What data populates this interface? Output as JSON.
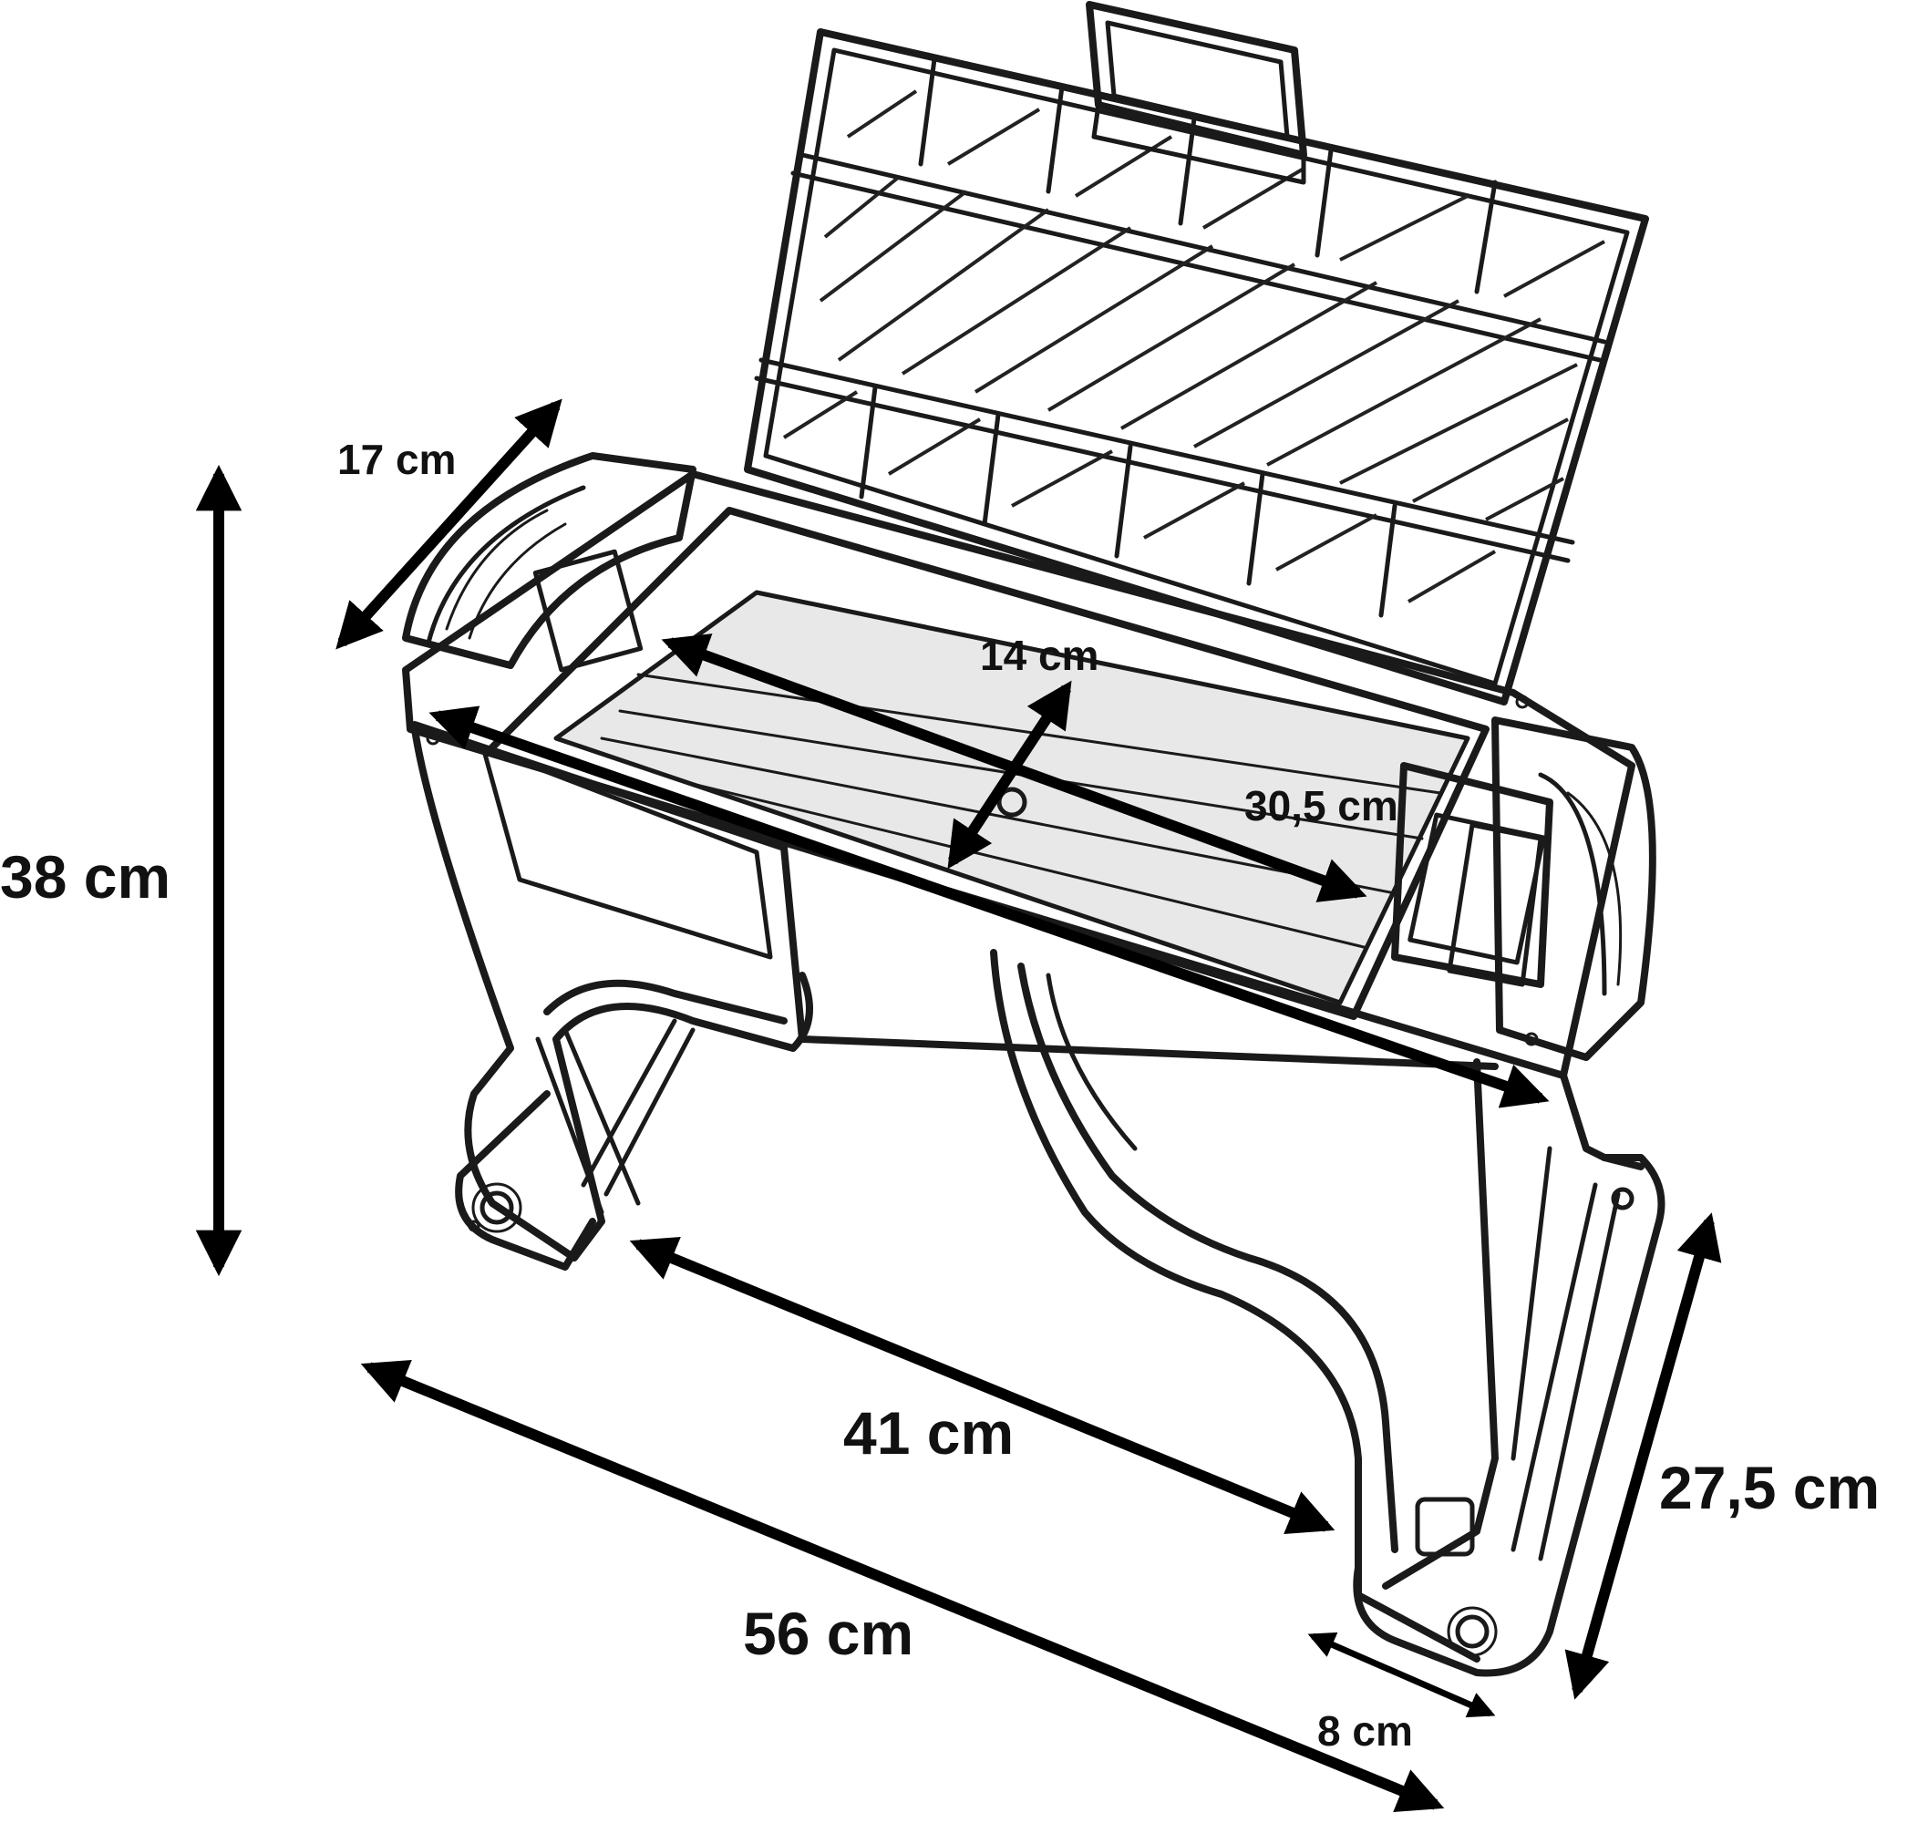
{
  "dimensions": {
    "lid_depth": "17 cm",
    "compartment_depth": "14 cm",
    "compartment_width": "30,5 cm",
    "total_height": "38 cm",
    "inner_width": "41 cm",
    "total_width": "56 cm",
    "side_depth": "27,5 cm",
    "foot_width": "8 cm"
  },
  "colors": {
    "line": "#1a1a1a",
    "arrow": "#000000",
    "background": "#ffffff"
  }
}
